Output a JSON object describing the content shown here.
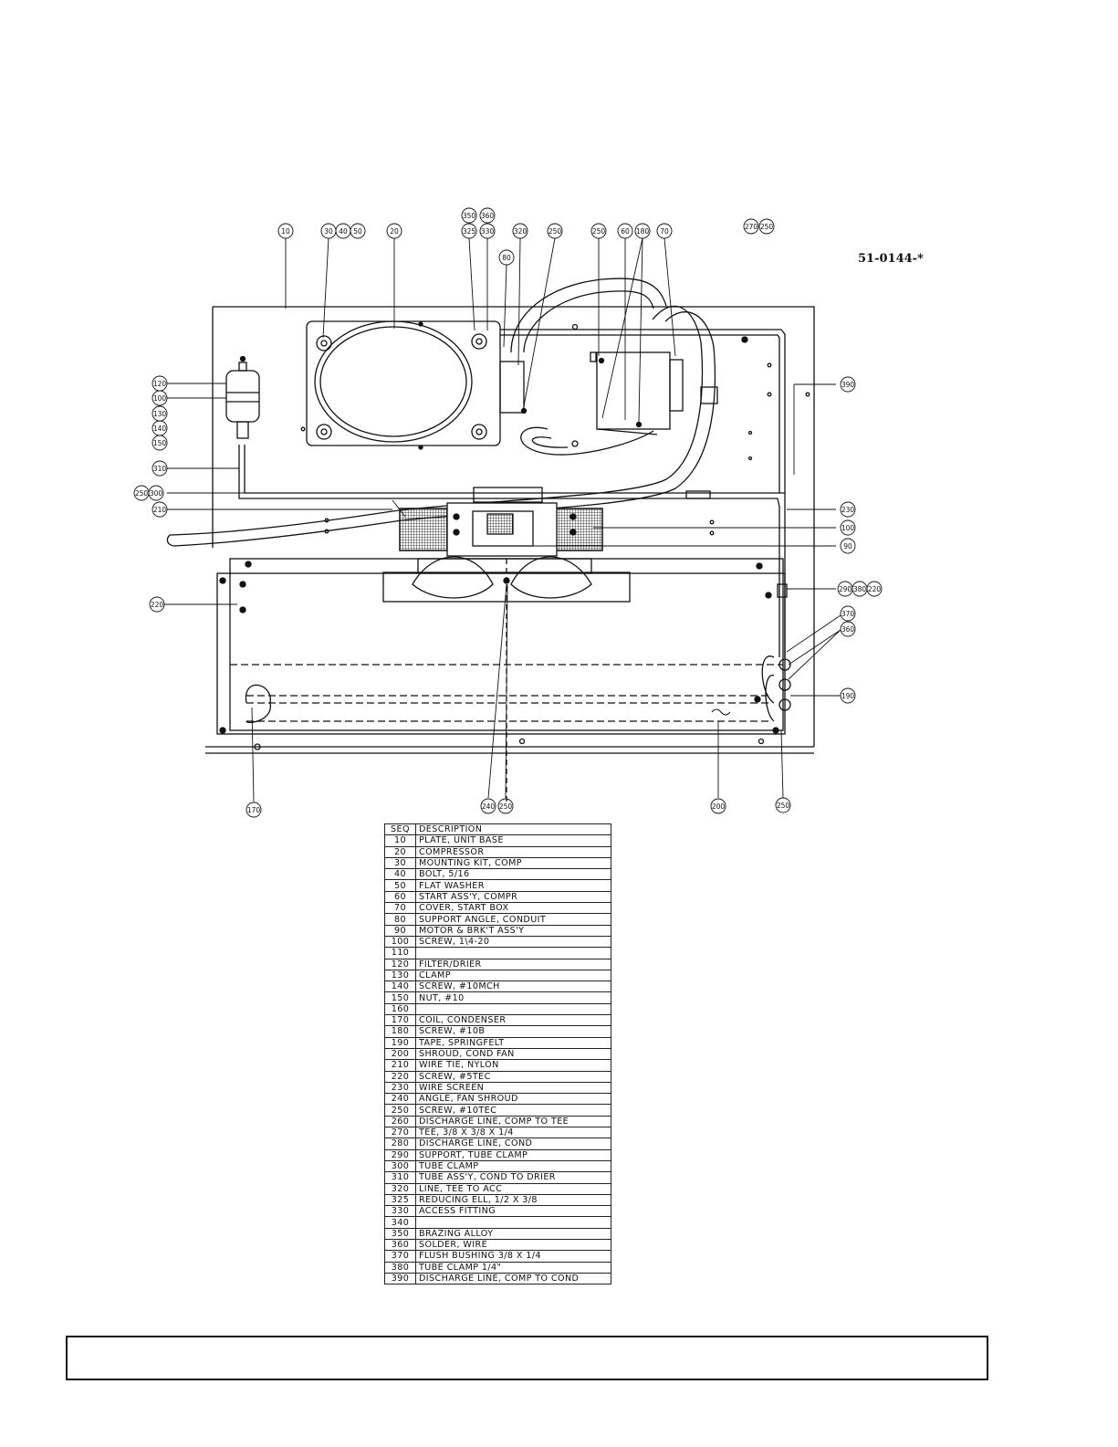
{
  "drawing_number": "51-0144-*",
  "callouts": {
    "c10": "10",
    "c30": "30",
    "c40": "40",
    "c50": "50",
    "c20": "20",
    "c350": "350",
    "c360t": "360",
    "c325": "325",
    "c330": "330",
    "c80": "80",
    "c320": "320",
    "c250a": "250",
    "c250b": "250",
    "c60": "60",
    "c180": "180",
    "c70": "70",
    "c270": "270",
    "c250c": "250",
    "c120": "120",
    "c100a": "100",
    "c130": "130",
    "c140": "140",
    "c150": "150",
    "c310": "310",
    "c250d": "250",
    "c300": "300",
    "c210": "210",
    "c390": "390",
    "c230": "230",
    "c100b": "100",
    "c90": "90",
    "c290": "290",
    "c380": "380",
    "c220b": "220",
    "c220a": "220",
    "c370": "370",
    "c360": "360",
    "c190": "190",
    "c170": "170",
    "c240": "240",
    "c250e": "250",
    "c200": "200",
    "c250f": "250"
  },
  "parts_table": {
    "header": {
      "seq": "SEQ",
      "desc": "DESCRIPTION"
    },
    "rows": [
      {
        "seq": "10",
        "desc": "PLATE, UNIT BASE"
      },
      {
        "seq": "20",
        "desc": "COMPRESSOR"
      },
      {
        "seq": "30",
        "desc": "MOUNTING KIT, COMP"
      },
      {
        "seq": "40",
        "desc": "BOLT, 5/16"
      },
      {
        "seq": "50",
        "desc": "FLAT WASHER"
      },
      {
        "seq": "60",
        "desc": "START ASS'Y, COMPR"
      },
      {
        "seq": "70",
        "desc": "COVER, START BOX"
      },
      {
        "seq": "80",
        "desc": "SUPPORT ANGLE, CONDUIT"
      },
      {
        "seq": "90",
        "desc": "MOTOR & BRK'T ASS'Y"
      },
      {
        "seq": "100",
        "desc": "SCREW, 1\\4-20"
      },
      {
        "seq": "110",
        "desc": ""
      },
      {
        "seq": "120",
        "desc": "FILTER/DRIER"
      },
      {
        "seq": "130",
        "desc": "CLAMP"
      },
      {
        "seq": "140",
        "desc": "SCREW, #10MCH"
      },
      {
        "seq": "150",
        "desc": "NUT, #10"
      },
      {
        "seq": "160",
        "desc": ""
      },
      {
        "seq": "170",
        "desc": "COIL, CONDENSER"
      },
      {
        "seq": "180",
        "desc": "SCREW, #10B"
      },
      {
        "seq": "190",
        "desc": "TAPE, SPRINGFELT"
      },
      {
        "seq": "200",
        "desc": "SHROUD, COND FAN"
      },
      {
        "seq": "210",
        "desc": "WIRE TIE, NYLON"
      },
      {
        "seq": "220",
        "desc": "SCREW, #5TEC"
      },
      {
        "seq": "230",
        "desc": "WIRE SCREEN"
      },
      {
        "seq": "240",
        "desc": "ANGLE, FAN SHROUD"
      },
      {
        "seq": "250",
        "desc": "SCREW, #10TEC"
      },
      {
        "seq": "260",
        "desc": "DISCHARGE LINE, COMP TO TEE"
      },
      {
        "seq": "270",
        "desc": "TEE, 3/8 X 3/8 X 1/4"
      },
      {
        "seq": "280",
        "desc": "DISCHARGE LINE, COND"
      },
      {
        "seq": "290",
        "desc": "SUPPORT, TUBE CLAMP"
      },
      {
        "seq": "300",
        "desc": "TUBE CLAMP"
      },
      {
        "seq": "310",
        "desc": "TUBE ASS'Y, COND TO DRIER"
      },
      {
        "seq": "320",
        "desc": "LINE, TEE TO ACC"
      },
      {
        "seq": "325",
        "desc": "REDUCING ELL, 1/2 X 3/8"
      },
      {
        "seq": "330",
        "desc": "ACCESS FITTING"
      },
      {
        "seq": "340",
        "desc": ""
      },
      {
        "seq": "350",
        "desc": "BRAZING ALLOY"
      },
      {
        "seq": "360",
        "desc": "SOLDER, WIRE"
      },
      {
        "seq": "370",
        "desc": "FLUSH BUSHING 3/8 X 1/4"
      },
      {
        "seq": "380",
        "desc": "TUBE CLAMP 1/4\""
      },
      {
        "seq": "390",
        "desc": "DISCHARGE LINE, COMP TO  COND"
      }
    ]
  }
}
